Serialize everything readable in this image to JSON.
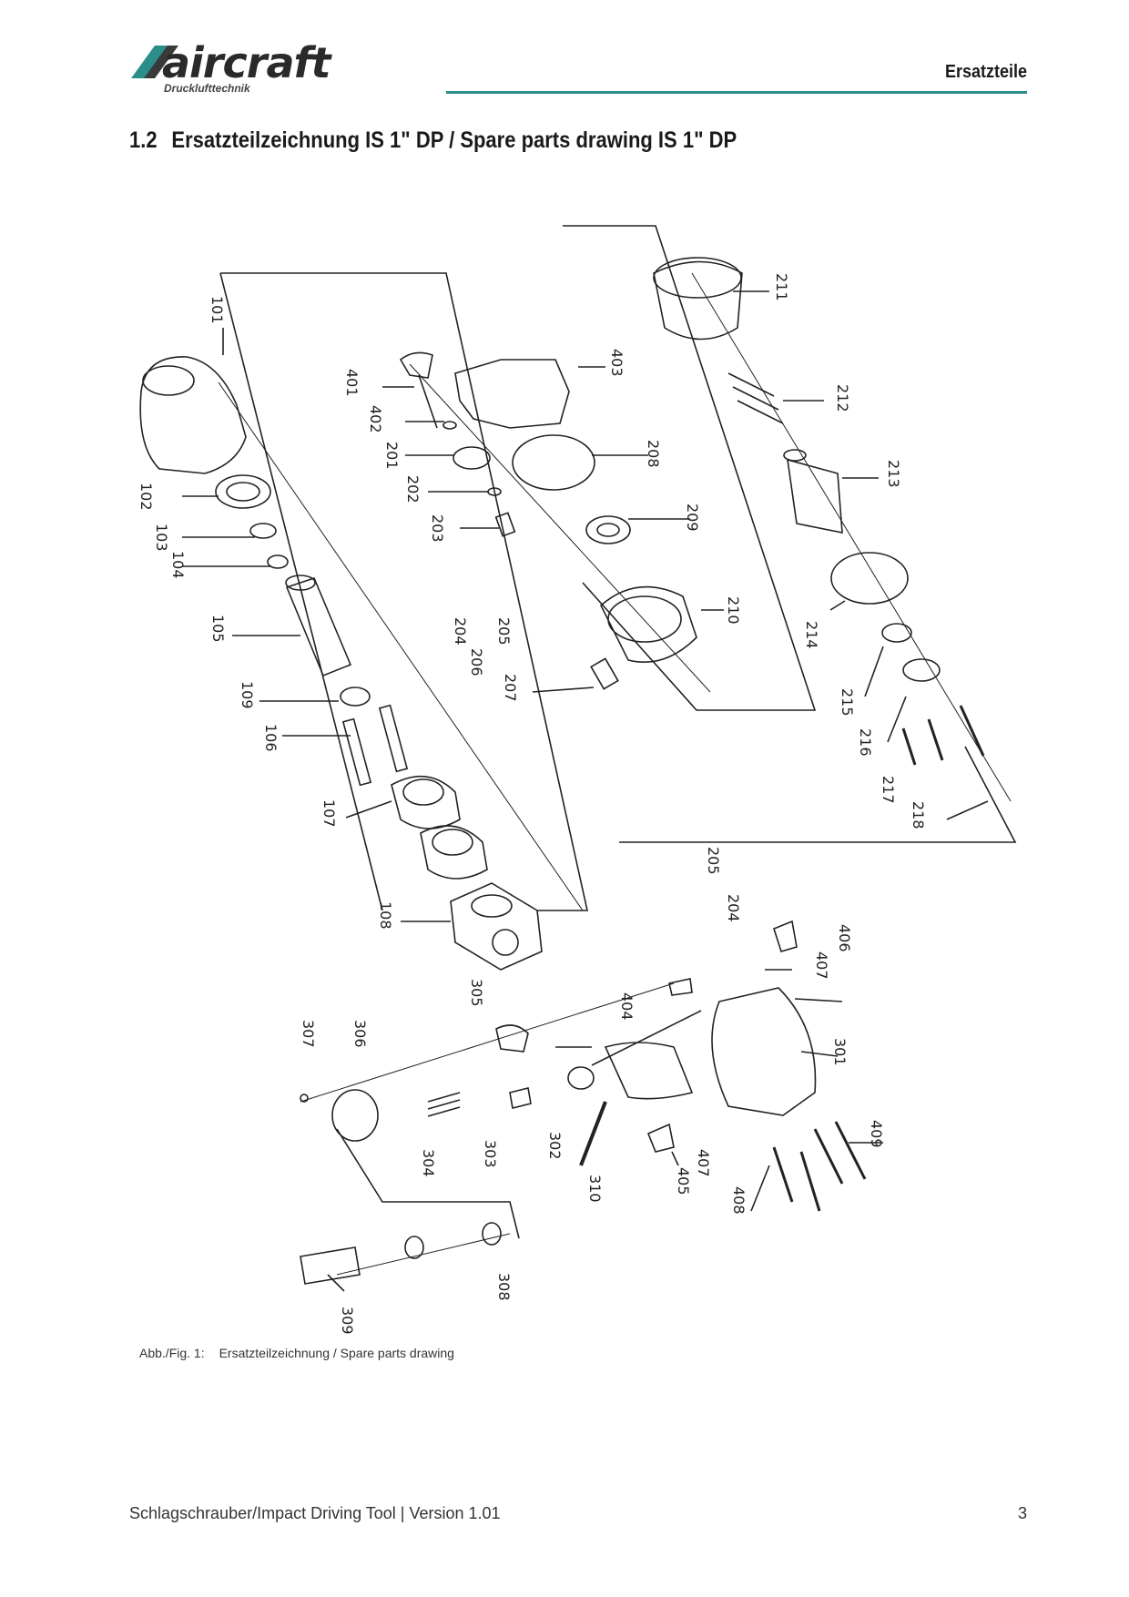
{
  "header": {
    "logo_text": "aircraft",
    "logo_tagline": "Drucklufttechnik",
    "section_label": "Ersatzteile",
    "accent_color": "#2b8e8a"
  },
  "heading": {
    "number": "1.2",
    "title": "Ersatzteilzeichnung IS 1\" DP / Spare parts drawing IS 1\" DP"
  },
  "drawing": {
    "part_numbers": [
      "101",
      "102",
      "103",
      "104",
      "105",
      "109",
      "106",
      "107",
      "108",
      "401",
      "402",
      "201",
      "202",
      "203",
      "204",
      "205",
      "206",
      "207",
      "403",
      "208",
      "209",
      "210",
      "211",
      "212",
      "213",
      "214",
      "215",
      "216",
      "217",
      "218",
      "205",
      "204",
      "406",
      "407",
      "404",
      "305",
      "301",
      "307",
      "306",
      "304",
      "303",
      "302",
      "310",
      "407",
      "405",
      "408",
      "409",
      "308",
      "309"
    ]
  },
  "caption": {
    "label": "Abb./Fig. 1:",
    "text": "Ersatzteilzeichnung  / Spare parts drawing"
  },
  "footer": {
    "text": "Schlagschrauber/Impact Driving Tool | Version 1.01",
    "page_number": "3"
  }
}
